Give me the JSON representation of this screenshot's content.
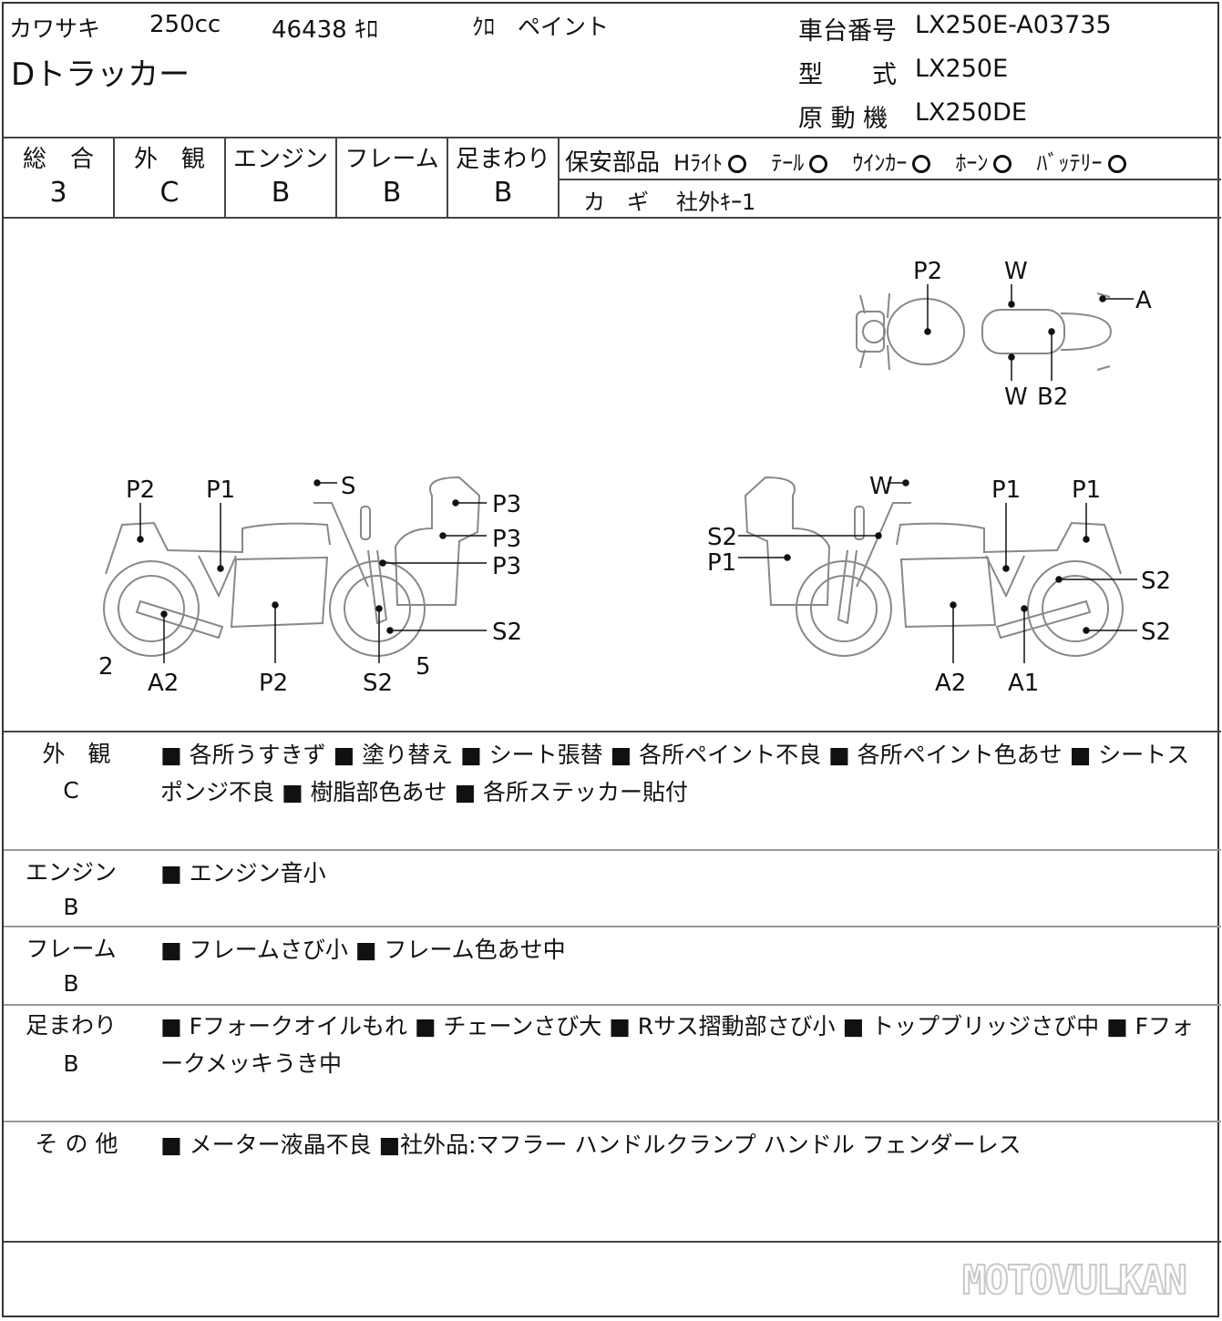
{
  "header": {
    "maker": "カワサキ",
    "displacement": "250cc",
    "mileage": "46438 ｷﾛ",
    "color": "ｸﾛ　ペイント",
    "model_name": "Dトラッカー",
    "frame_no_label": "車台番号",
    "frame_no": "LX250E-A03735",
    "type_label": "型　　式",
    "type": "LX250E",
    "engine_label": "原 動 機",
    "engine": "LX250DE"
  },
  "grades": [
    {
      "label": "総　合",
      "value": "3"
    },
    {
      "label": "外　観",
      "value": "C"
    },
    {
      "label": "エンジン",
      "value": "B"
    },
    {
      "label": "フレーム",
      "value": "B"
    },
    {
      "label": "足まわり",
      "value": "B"
    }
  ],
  "safety": {
    "title": "保安部品",
    "items": [
      {
        "label": "Hﾗｲﾄ",
        "status": "ok"
      },
      {
        "label": "ﾃｰﾙ",
        "status": "ok"
      },
      {
        "label": "ｳｲﾝｶｰ",
        "status": "ok"
      },
      {
        "label": "ﾎｰﾝ",
        "status": "ok"
      },
      {
        "label": "ﾊﾞｯﾃﾘｰ",
        "status": "ok"
      }
    ],
    "key_label": "カ　ギ",
    "key_value": "社外ｷｰ1"
  },
  "diagram": {
    "top": {
      "p2": "P2",
      "w_top": "W",
      "a": "A",
      "w_bottom": "W",
      "b2": "B2"
    },
    "left": {
      "p2_seat": "P2",
      "p1": "P1",
      "s": "S",
      "p3a": "P3",
      "p3b": "P3",
      "p3c": "P3",
      "s2_right": "S2",
      "num2": "2",
      "a2": "A2",
      "p2_engine": "P2",
      "s2_bottom": "S2",
      "num5": "5"
    },
    "right": {
      "w": "W",
      "p1a": "P1",
      "p1b": "P1",
      "s2_left": "S2",
      "p1_left": "P1",
      "s2_a": "S2",
      "s2_b": "S2",
      "a2": "A2",
      "a1": "A1"
    }
  },
  "sections": [
    {
      "label": "外　観",
      "grade": "C",
      "text": "■ 各所うすきず ■ 塗り替え ■ シート張替 ■ 各所ペイント不良 ■ 各所ペイント色あせ ■ シートスポンジ不良 ■ 樹脂部色あせ ■ 各所ステッカー貼付"
    },
    {
      "label": "エンジン",
      "grade": "B",
      "text": "■ エンジン音小"
    },
    {
      "label": "フレーム",
      "grade": "B",
      "text": "■ フレームさび小 ■ フレーム色あせ中"
    },
    {
      "label": "足まわり",
      "grade": "B",
      "text": "■ Fフォークオイルもれ ■ チェーンさび大 ■ Rサス摺動部さび小 ■ トップブリッジさび中 ■ Fフォークメッキうき中"
    },
    {
      "label": "そ の 他",
      "grade": "",
      "text": "■ メーター液晶不良 ■社外品:マフラー ハンドルクランプ ハンドル フェンダーレス"
    }
  ],
  "watermark": "MOTOVULKAN"
}
